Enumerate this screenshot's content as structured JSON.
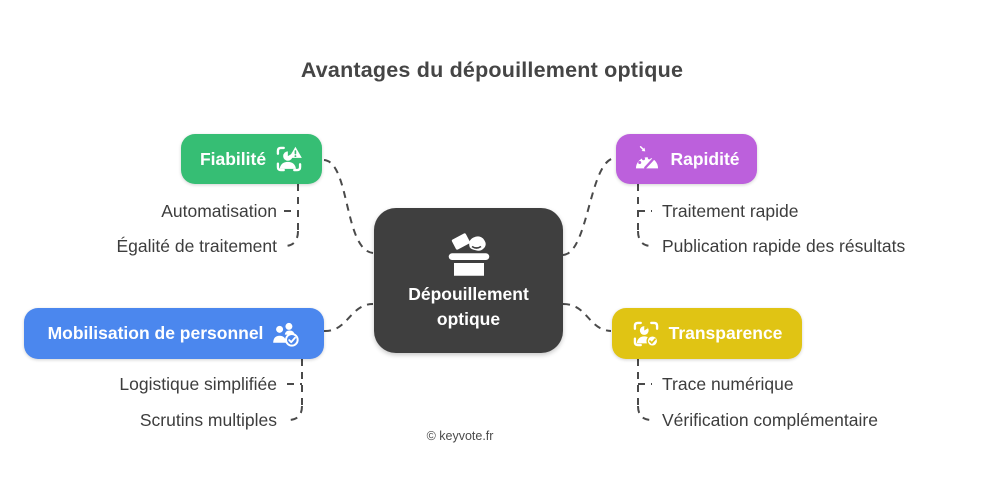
{
  "title": "Avantages du dépouillement optique",
  "footer": "© keyvote.fr",
  "colors": {
    "connector": "#4a4a4a",
    "center": "#3f3f3f"
  },
  "center": {
    "lines": [
      "Dépouillement",
      "optique"
    ],
    "icon": "ballot-box-icon"
  },
  "branches": [
    {
      "label": "Fiabilité",
      "color": "#36be74",
      "icon": "face-scan-alert-icon",
      "position": "top-left",
      "children": [
        "Automatisation",
        "Égalité de traitement"
      ]
    },
    {
      "label": "Rapidité",
      "color": "#bc60dc",
      "icon": "speedometer-icon",
      "position": "top-right",
      "children": [
        "Traitement rapide",
        "Publication rapide des résultats"
      ]
    },
    {
      "label": "Mobilisation de personnel",
      "color": "#4b87ee",
      "icon": "people-check-icon",
      "position": "bottom-left",
      "children": [
        "Logistique simplifiée",
        "Scrutins multiples"
      ]
    },
    {
      "label": "Transparence",
      "color": "#e0c414",
      "icon": "face-scan-check-icon",
      "position": "bottom-right",
      "children": [
        "Trace numérique",
        "Vérification complémentaire"
      ]
    }
  ]
}
